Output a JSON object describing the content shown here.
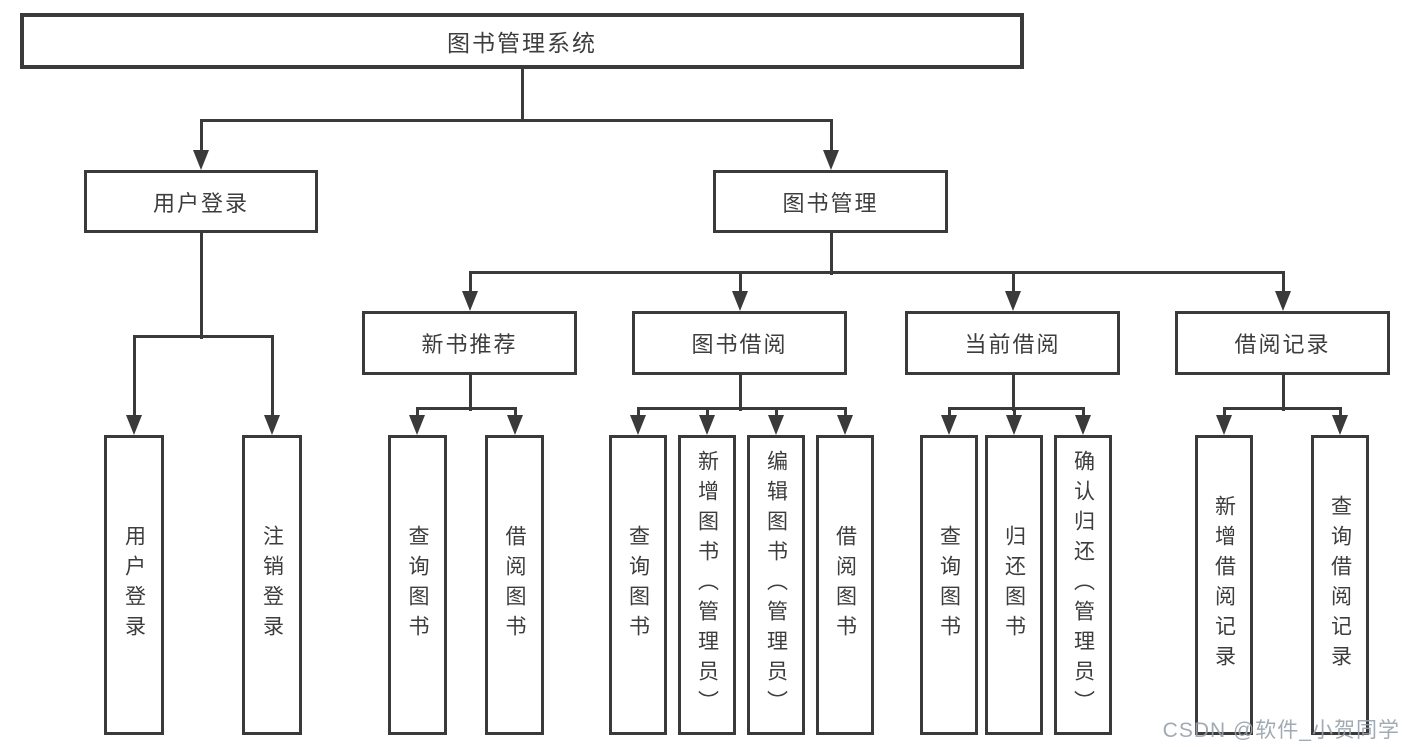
{
  "diagram": {
    "title": "图书管理系统",
    "tree": {
      "label": "图书管理系统",
      "children": [
        {
          "label": "用户登录",
          "children": [
            {
              "label": "用户登录"
            },
            {
              "label": "注销登录"
            }
          ]
        },
        {
          "label": "图书管理",
          "children": [
            {
              "label": "新书推荐",
              "children": [
                {
                  "label": "查询图书"
                },
                {
                  "label": "借阅图书"
                }
              ]
            },
            {
              "label": "图书借阅",
              "children": [
                {
                  "label": "查询图书"
                },
                {
                  "label": "新增图书（管理员）"
                },
                {
                  "label": "编辑图书（管理员）"
                },
                {
                  "label": "借阅图书"
                }
              ]
            },
            {
              "label": "当前借阅",
              "children": [
                {
                  "label": "查询图书"
                },
                {
                  "label": "归还图书"
                },
                {
                  "label": "确认归还（管理员）"
                }
              ]
            },
            {
              "label": "借阅记录",
              "children": [
                {
                  "label": "新增借阅记录"
                },
                {
                  "label": "查询借阅记录"
                }
              ]
            }
          ]
        }
      ]
    },
    "colors": {
      "line": "#3a3a3a",
      "text": "#3d3d3d",
      "background": "#ffffff",
      "watermark": "#99a1ab"
    },
    "watermark": {
      "text": "CSDN @软件_小贺同学"
    }
  }
}
